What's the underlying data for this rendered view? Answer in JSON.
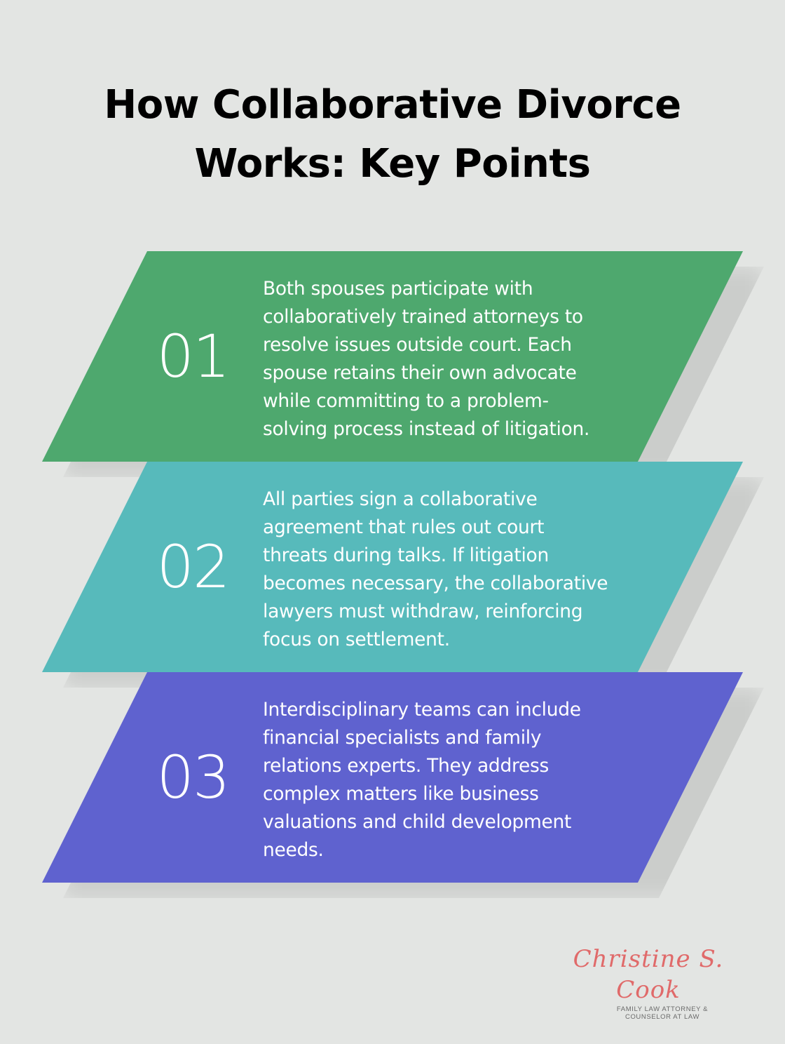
{
  "title": {
    "line1": "How Collaborative Divorce",
    "line2": "Works: Key Points"
  },
  "colors": {
    "background": "#e3e5e3",
    "card1": "#4ea86e",
    "card2": "#57babb",
    "card3": "#5f62cf",
    "logo_accent": "#e06a6a"
  },
  "cards": [
    {
      "number": "01",
      "lines": [
        "Both spouses participate with",
        "collaboratively trained attorneys to",
        "resolve issues outside court. Each",
        "spouse retains their own advocate",
        "while committing to a problem-",
        "solving process instead of litigation."
      ]
    },
    {
      "number": "02",
      "lines": [
        "All parties sign a collaborative",
        "agreement that rules out court",
        "threats during talks. If litigation",
        "becomes necessary, the collaborative",
        "lawyers must withdraw, reinforcing",
        "focus on settlement."
      ]
    },
    {
      "number": "03",
      "lines": [
        "Interdisciplinary teams can include",
        "financial specialists and family",
        "relations experts. They address",
        "complex matters like business",
        "valuations and child development",
        "needs."
      ]
    }
  ],
  "logo": {
    "name": "Christine S. Cook",
    "subtitle_line1": "FAMILY LAW ATTORNEY &",
    "subtitle_line2": "COUNSELOR AT LAW"
  }
}
